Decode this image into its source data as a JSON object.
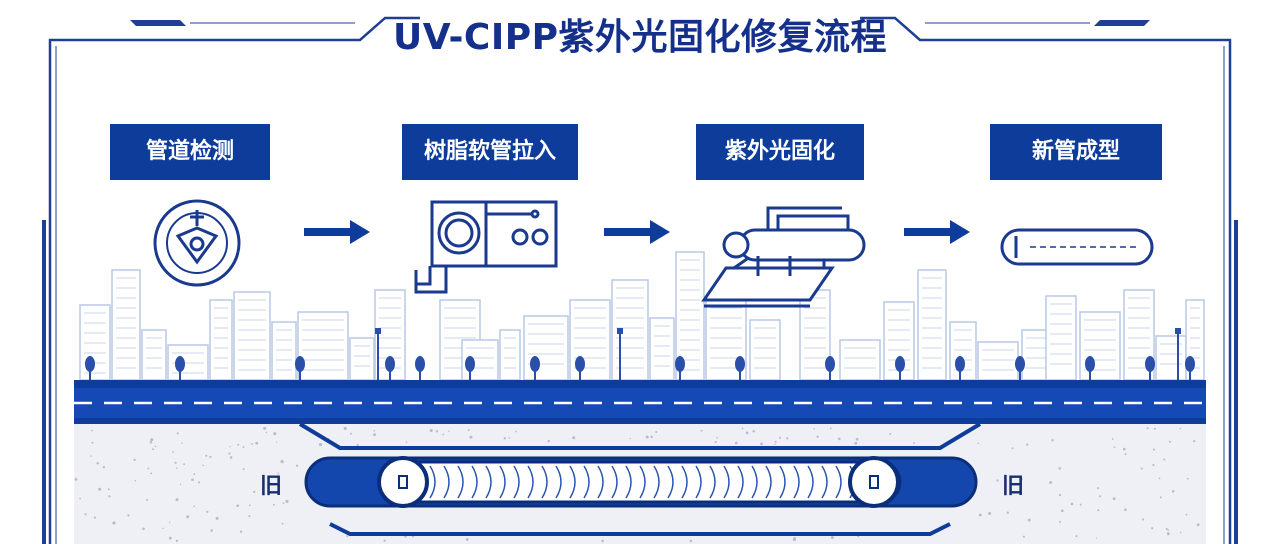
{
  "title": "UV-CIPP紫外光固化修复流程",
  "steps": [
    {
      "label": "管道检测",
      "icon": "inspection-target-icon"
    },
    {
      "label": "树脂软管拉入",
      "icon": "hose-pulling-machine-icon"
    },
    {
      "label": "紫外光固化",
      "icon": "uv-curing-lamp-icon"
    },
    {
      "label": "新管成型",
      "icon": "new-pipe-icon"
    }
  ],
  "pipe": {
    "left_label": "旧",
    "right_label": "旧"
  },
  "colors": {
    "primary": "#0d3c9a",
    "frame": "#1e3f95",
    "city": "#b9c9e6",
    "ground": "#eef0f6"
  }
}
